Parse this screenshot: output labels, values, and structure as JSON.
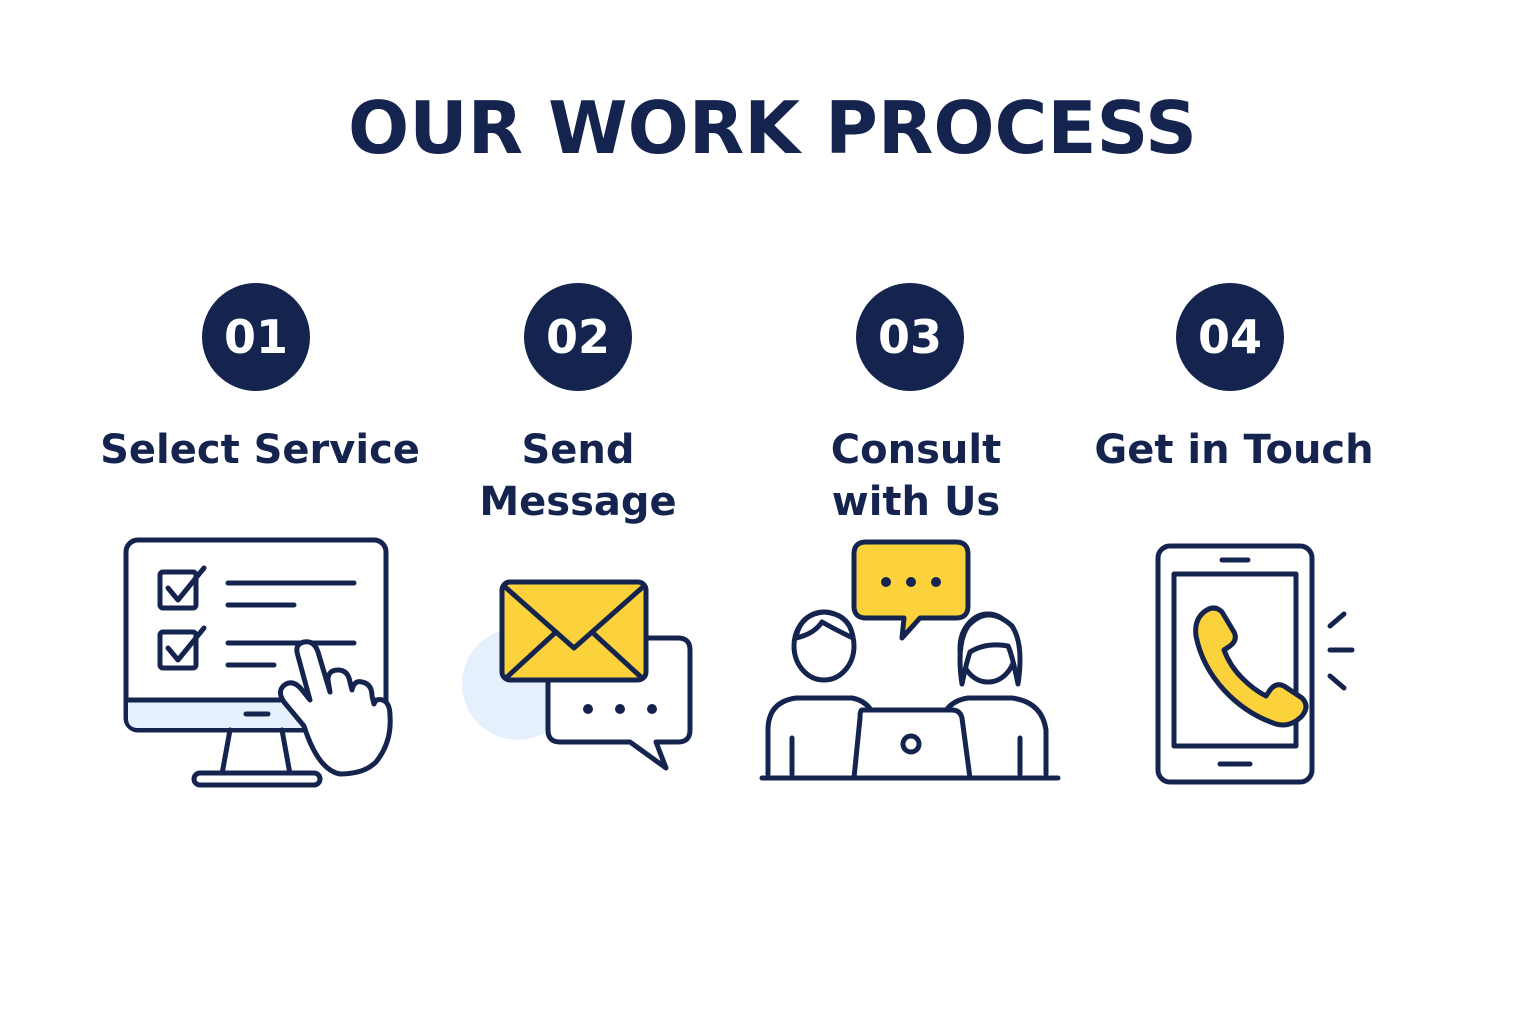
{
  "title": "OUR WORK PROCESS",
  "colors": {
    "navy": "#14244f",
    "yellow": "#fbd23c",
    "light_blue": "#e6f0fc",
    "white": "#ffffff"
  },
  "steps": [
    {
      "number": "01",
      "label": "Select Service",
      "icon": "monitor-checklist-pointer-icon"
    },
    {
      "number": "02",
      "label": "Send Message",
      "icon": "envelope-chat-icon"
    },
    {
      "number": "03",
      "label": "Consult with Us",
      "icon": "consultation-people-laptop-icon"
    },
    {
      "number": "04",
      "label": "Get in Touch",
      "icon": "tablet-phone-call-icon"
    }
  ]
}
